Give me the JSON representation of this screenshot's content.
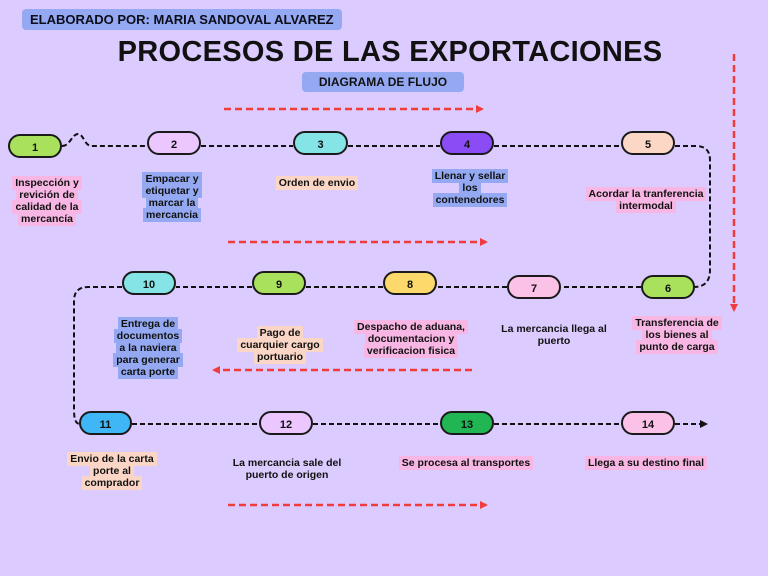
{
  "header": {
    "author": "ELABORADO POR: MARIA SANDOVAL ALVAREZ",
    "title": "PROCESOS DE LAS  EXPORTACIONES",
    "subtitle": "DIAGRAMA DE FLUJO"
  },
  "colors": {
    "background": "#dccbff",
    "arrow_red": "#f03c3c",
    "label_pink": "#f8b6e4",
    "label_blue": "#94a9f2",
    "label_peach": "#fbd6c6"
  },
  "steps": [
    {
      "number": "1",
      "color": "#a9e05c",
      "label": [
        "Inspección y",
        "revición de",
        "calidad de la",
        "mercancía"
      ]
    },
    {
      "number": "2",
      "color": "#ebc6ff",
      "label": [
        "Empacar y",
        "etiquetar y",
        "marcar la",
        "mercancia"
      ]
    },
    {
      "number": "3",
      "color": "#84e4e6",
      "label": [
        "Orden de envio"
      ]
    },
    {
      "number": "4",
      "color": "#8c4cf5",
      "label": [
        "Llenar y sellar",
        "los",
        "contenedores"
      ]
    },
    {
      "number": "5",
      "color": "#fdd7c6",
      "label": [
        "Acordar la tranferencia",
        "intermodal"
      ]
    },
    {
      "number": "6",
      "color": "#a9e05c",
      "label": [
        "Transferencia de",
        "los bienes al",
        "punto de carga"
      ]
    },
    {
      "number": "7",
      "color": "#fbc1e6",
      "label": [
        "La mercancia llega al",
        "puerto"
      ]
    },
    {
      "number": "8",
      "color": "#fcd96a",
      "label": [
        "Despacho de aduana,",
        "documentacion y",
        "verificacion fisica"
      ]
    },
    {
      "number": "9",
      "color": "#a9e05c",
      "label": [
        "Pago de",
        "cuarquier cargo",
        "portuario"
      ]
    },
    {
      "number": "10",
      "color": "#84e4e6",
      "label": [
        "Entrega de",
        "documentos",
        "a la naviera",
        "para generar",
        "carta porte"
      ]
    },
    {
      "number": "11",
      "color": "#3fb6f5",
      "label": [
        "Envio de la carta",
        "porte al",
        "comprador"
      ]
    },
    {
      "number": "12",
      "color": "#ebc6ff",
      "label": [
        "La mercancia sale del",
        "puerto de origen"
      ]
    },
    {
      "number": "13",
      "color": "#22b553",
      "label": [
        "Se procesa al transportes"
      ]
    },
    {
      "number": "14",
      "color": "#fbc1e6",
      "label": [
        "Llega a su destino final"
      ]
    }
  ]
}
